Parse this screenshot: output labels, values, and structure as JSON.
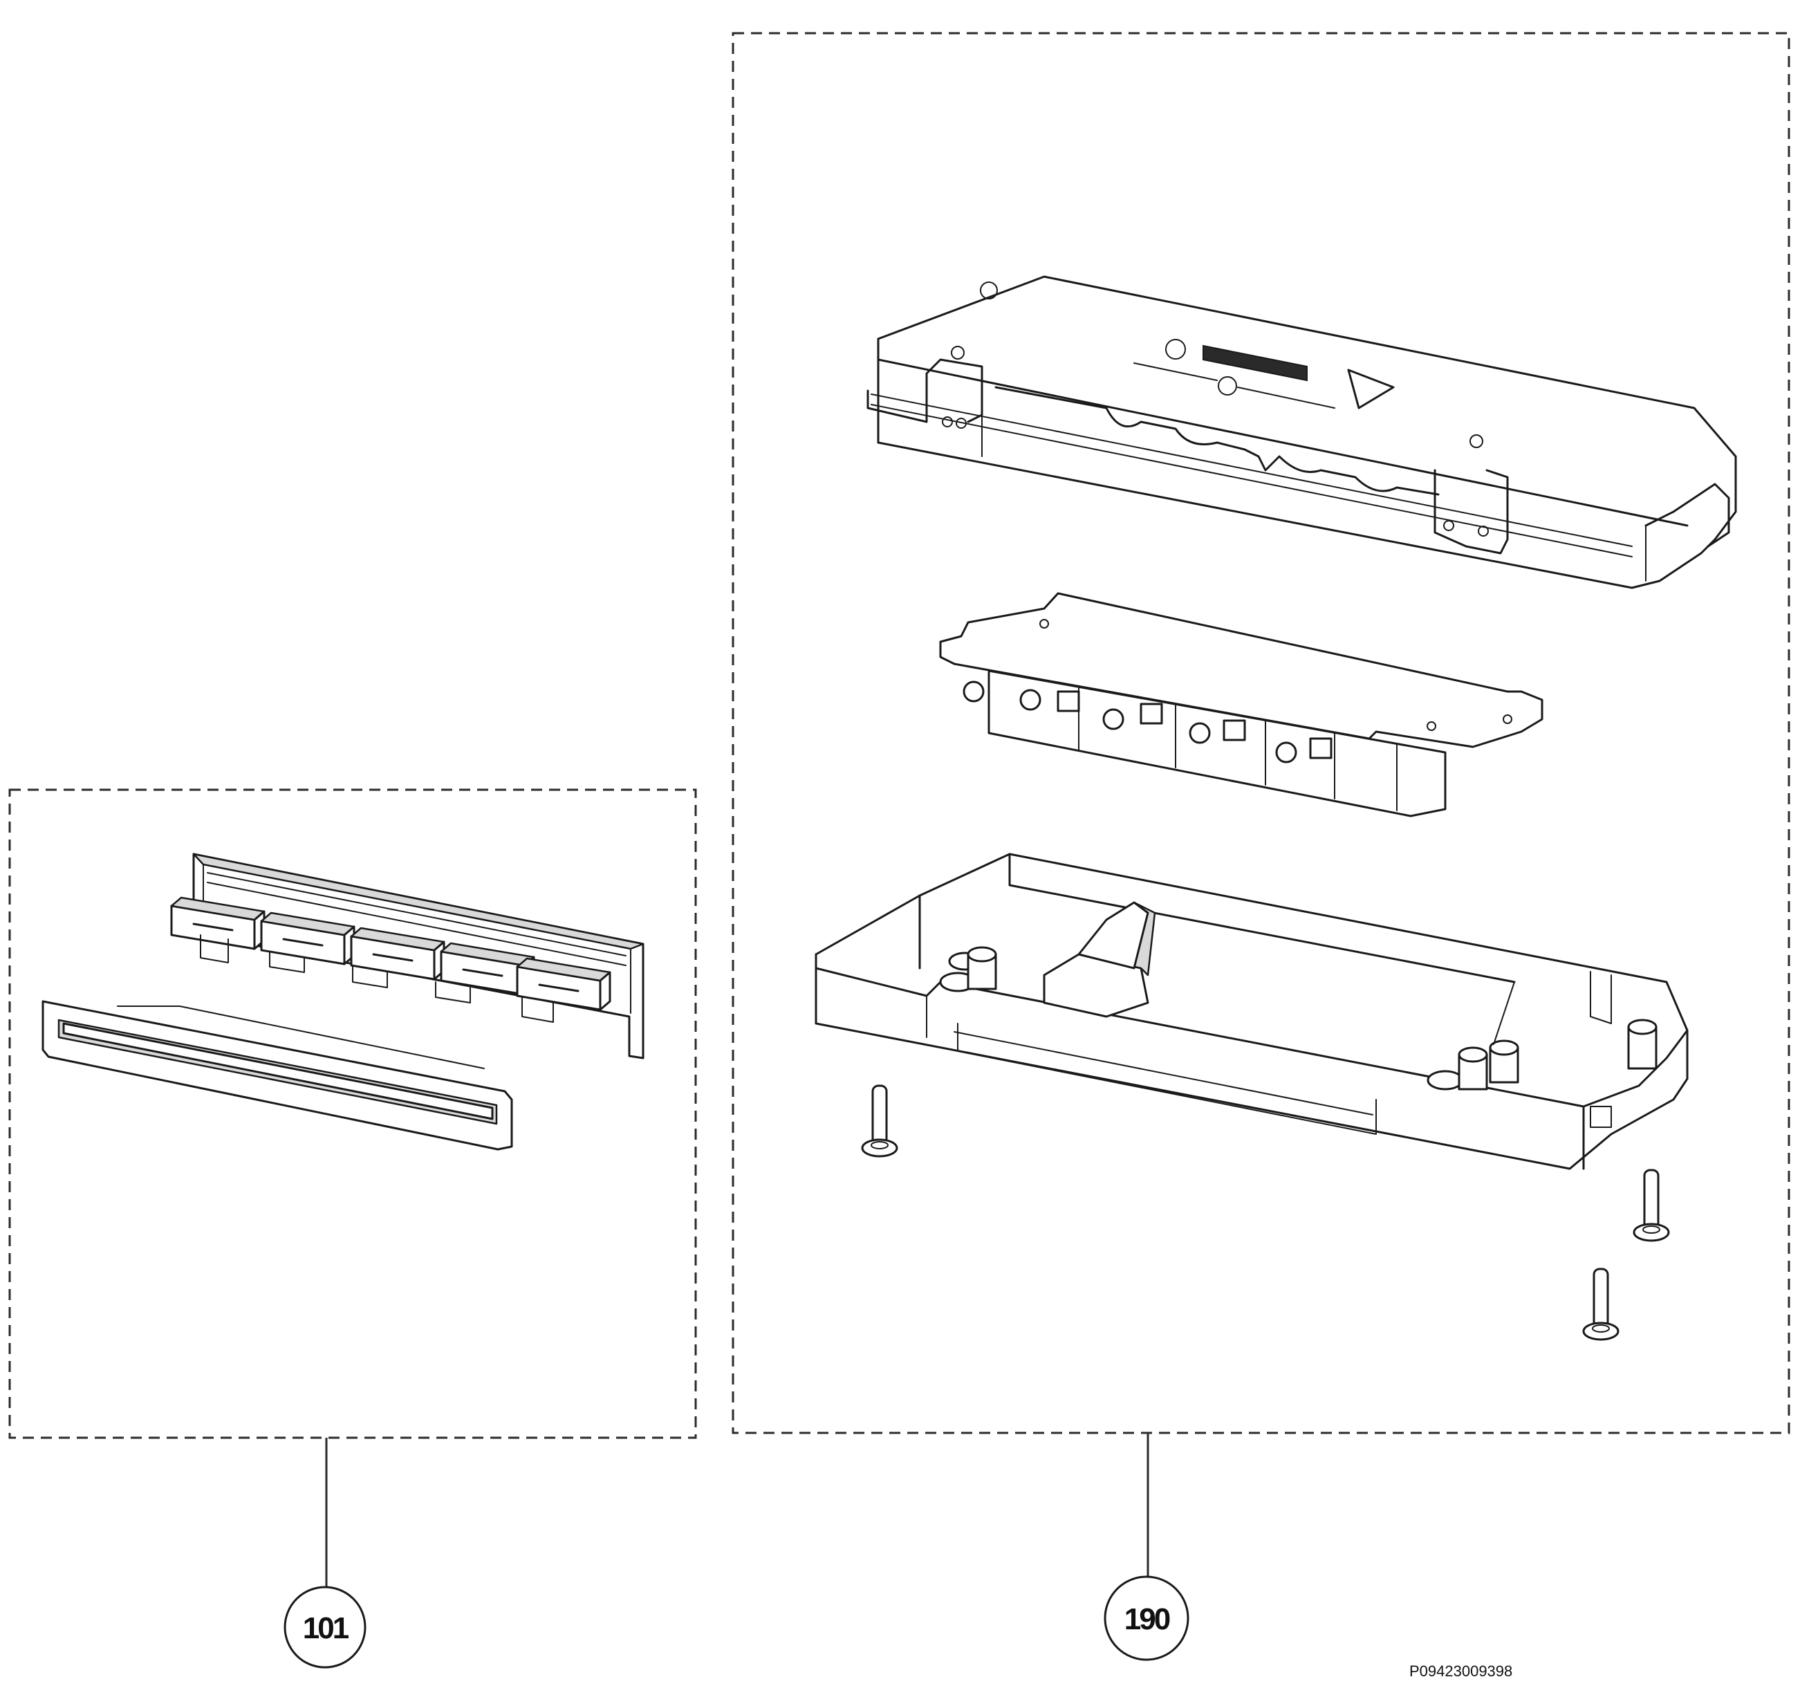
{
  "callouts": {
    "left": "101",
    "right": "190"
  },
  "reference_code": "P09423009398",
  "colors": {
    "line": "#1a1a1a",
    "background": "#ffffff",
    "shade": "#d9d9d9"
  }
}
